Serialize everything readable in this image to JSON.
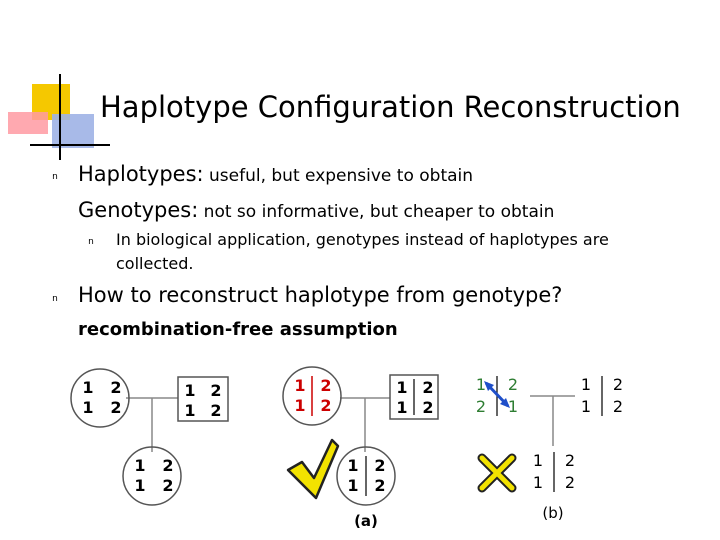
{
  "slide": {
    "title": "Haplotype Configuration Reconstruction",
    "bullets": [
      {
        "line1_prefix": "Haplotypes:",
        "line1_suffix": " useful, but expensive to obtain",
        "line2_prefix": "Genotypes:",
        "line2_suffix": " not so informative, but cheaper to obtain"
      },
      {
        "text": "In biological application, genotypes instead of haplotypes are collected."
      },
      {
        "text": "How to reconstruct haplotype from genotype?"
      }
    ],
    "assumption": "recombination-free assumption",
    "bullet_glyph": "n"
  },
  "figure": {
    "panel_a_label": "(a)",
    "panel_b_label": "(b)",
    "values": [
      "1",
      "2"
    ],
    "colors": {
      "red": "#cc0000",
      "green": "#2e7d32",
      "blue": "#1f4fc9",
      "yellow": "#f2e200",
      "check_outline": "#222222"
    }
  }
}
